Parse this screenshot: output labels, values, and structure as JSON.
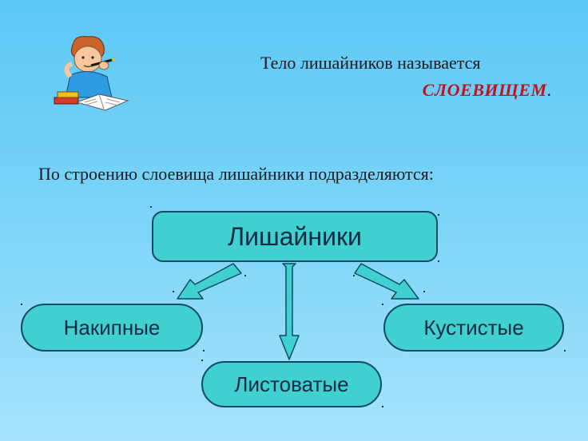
{
  "text": {
    "line1": "Тело лишайников называется",
    "term": "СЛОЕВИЩЕМ",
    "term_suffix": ".",
    "subtitle": "По строению слоевища лишайники подразделяются:"
  },
  "diagram": {
    "root": "Лишайники",
    "children": [
      "Накипные",
      "Листоватые",
      "Кустистые"
    ]
  },
  "colors": {
    "node_fill": "#3fd0cf",
    "node_border": "#0d4a66",
    "accent": "#c0141b"
  },
  "icons": {
    "illustration": "boy-reading-book-icon"
  }
}
